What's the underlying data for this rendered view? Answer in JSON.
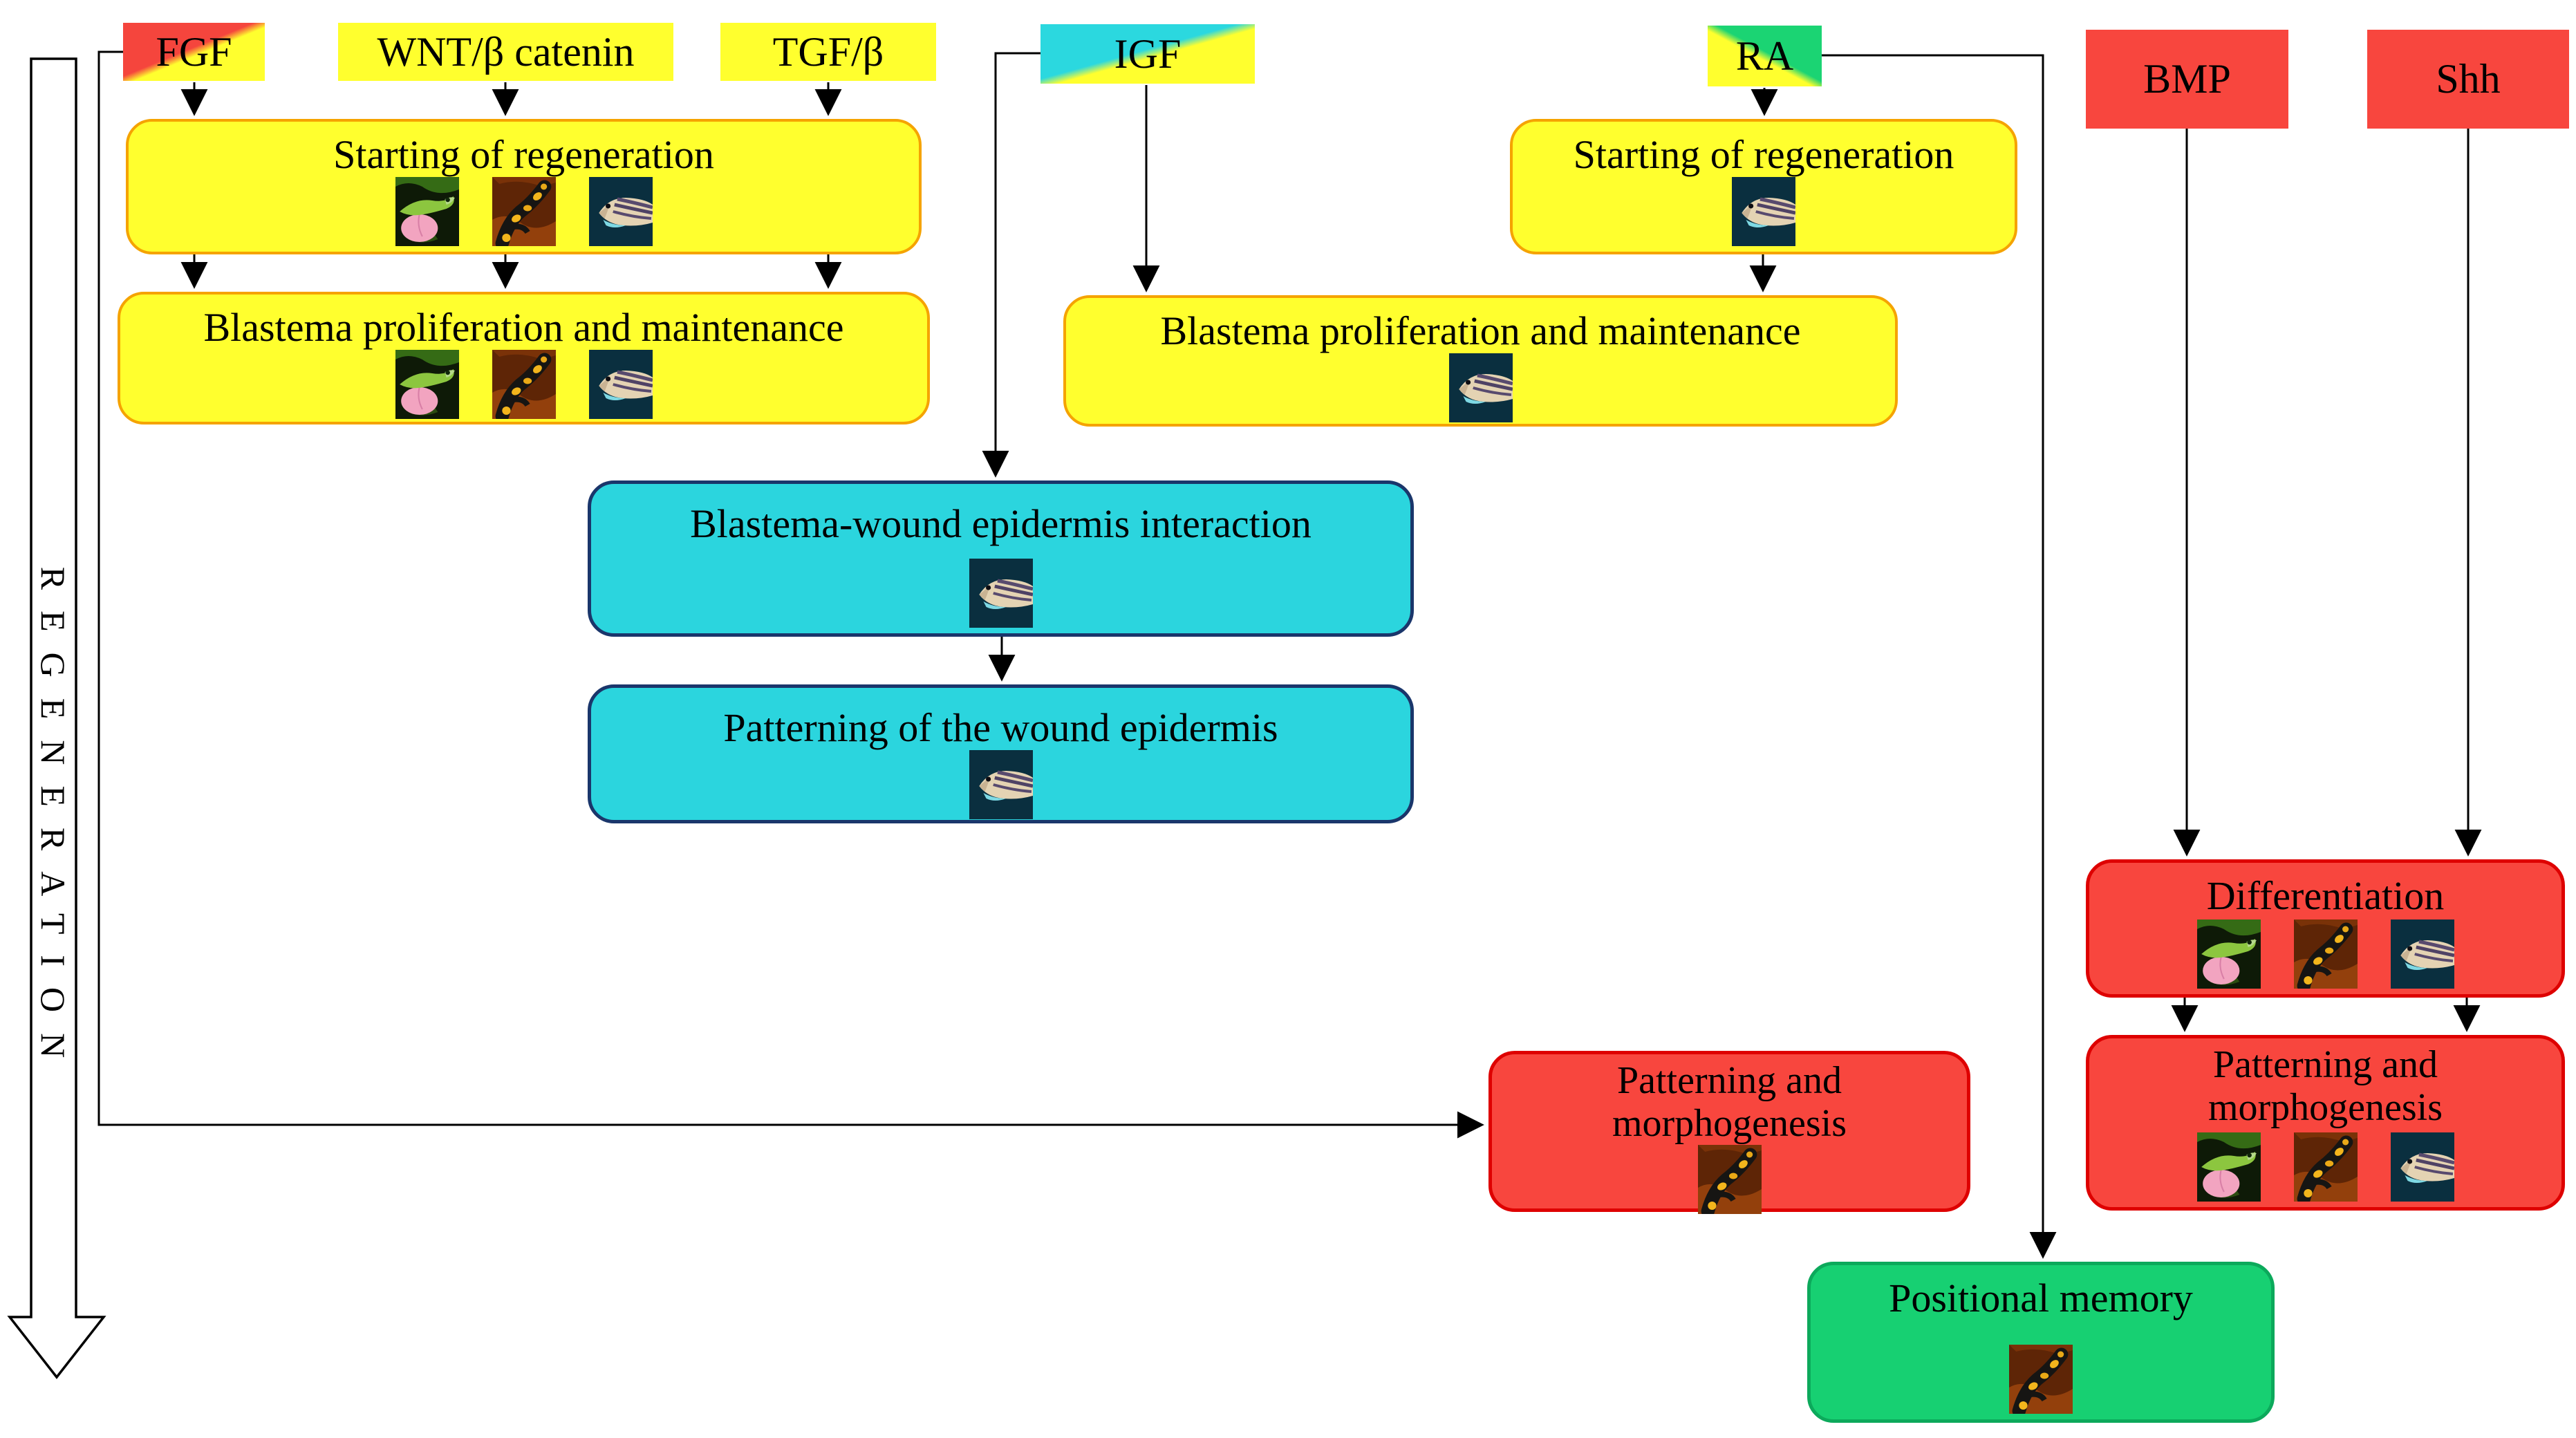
{
  "side_arrow": {
    "label": "REGENERATION"
  },
  "colors": {
    "yellow": "#FFFF2E",
    "yellowBorder": "#F5A300",
    "red": "#F8463E",
    "redBorder": "#DE0000",
    "cyan": "#2BD5DE",
    "cyanBorder": "#1A366B",
    "green": "#17D072",
    "greenBorder": "#0CA95B",
    "fgfRed": "#F5453D",
    "igfCyan": "#2BD8DF",
    "raGreen": "#1BD473"
  },
  "pathway_labels": [
    {
      "id": "fgf",
      "text": "FGF"
    },
    {
      "id": "wnt",
      "text": "WNT/β catenin"
    },
    {
      "id": "tgf",
      "text": "TGF/β"
    },
    {
      "id": "igf",
      "text": "IGF"
    },
    {
      "id": "ra",
      "text": "RA"
    },
    {
      "id": "bmp",
      "text": "BMP"
    },
    {
      "id": "shh",
      "text": "Shh"
    }
  ],
  "process_boxes": [
    {
      "id": "starting-left",
      "text": "Starting of regeneration",
      "animals": [
        "anole",
        "fire-salamander",
        "zebrafish"
      ]
    },
    {
      "id": "blastema-left",
      "text": "Blastema proliferation and maintenance",
      "animals": [
        "anole",
        "fire-salamander",
        "zebrafish"
      ]
    },
    {
      "id": "starting-right",
      "text": "Starting of regeneration",
      "animals": [
        "zebrafish"
      ]
    },
    {
      "id": "blastema-right",
      "text": "Blastema proliferation and maintenance",
      "animals": [
        "zebrafish"
      ]
    },
    {
      "id": "epidermis-interaction",
      "text": "Blastema-wound epidermis interaction",
      "animals": [
        "zebrafish"
      ]
    },
    {
      "id": "epidermis-patterning",
      "text": "Patterning of the wound epidermis",
      "animals": [
        "zebrafish"
      ]
    },
    {
      "id": "differentiation",
      "text": "Differentiation",
      "animals": [
        "anole",
        "fire-salamander",
        "zebrafish"
      ]
    },
    {
      "id": "patterning-left",
      "text": "Patterning and morphogenesis",
      "animals": [
        "fire-salamander"
      ]
    },
    {
      "id": "patterning-right",
      "text": "Patterning and morphogenesis",
      "animals": [
        "anole",
        "fire-salamander",
        "zebrafish"
      ]
    },
    {
      "id": "positional-memory",
      "text": "Positional memory",
      "animals": [
        "fire-salamander"
      ]
    }
  ]
}
